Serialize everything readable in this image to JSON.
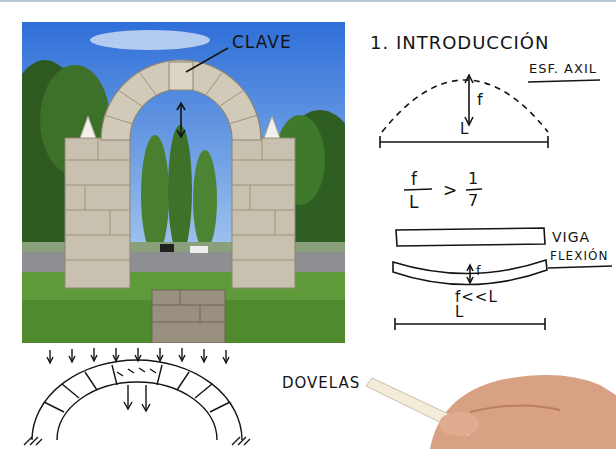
{
  "diagram": {
    "title": "1. INTRODUCCIÓN",
    "labels": [
      "CLAVE",
      "DOVELAS",
      "ESF. AXIL",
      "f",
      "L",
      "f",
      "L",
      ">",
      "1",
      "7",
      "VIGA",
      "FLEXIÓN",
      "f",
      "f<<L",
      "L"
    ]
  }
}
